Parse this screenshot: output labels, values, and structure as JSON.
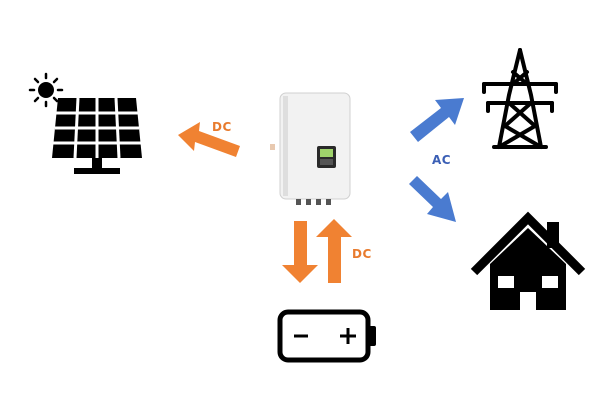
{
  "labels": {
    "dc_solar": "DC",
    "dc_battery": "DC",
    "ac": "AC"
  },
  "colors": {
    "dc_arrow": "#f08232",
    "dc_text": "#e87b2e",
    "ac_arrow": "#4a7bd0",
    "ac_text": "#3b5fb5",
    "icon": "#000000",
    "inverter_body": "#f2f2f2"
  },
  "icons": {
    "sun": "sun-icon",
    "solar_panel": "solar-panel-icon",
    "inverter": "inverter-icon",
    "battery": "battery-icon",
    "pylon": "power-pylon-icon",
    "house": "house-icon"
  }
}
